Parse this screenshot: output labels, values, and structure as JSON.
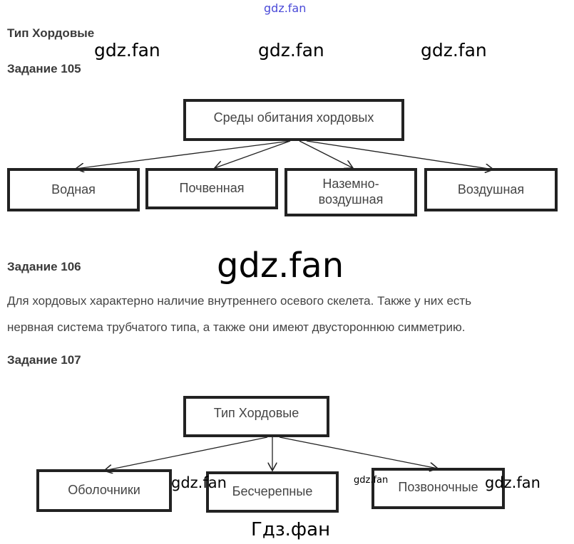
{
  "watermarks": {
    "top_small": "gdz.fan",
    "w1": "gdz.fan",
    "w2": "gdz.fan",
    "w3": "gdz.fan",
    "big": "gdz.fan",
    "b1": "gdz.fan",
    "b2": "gdz.fan",
    "b3": "gdz.fan",
    "bottom_ru": "Гдз.фан"
  },
  "title": "Тип Хордовые",
  "task105": {
    "heading": "Задание 105",
    "root": "Среды обитания хордовых",
    "children": [
      "Водная",
      "Почвенная",
      "Наземно-воздушная",
      "Воздушная"
    ]
  },
  "task106": {
    "heading": "Задание 106",
    "lines": [
      "Для хордовых характерно наличие внутреннего осевого скелета. Также у них есть",
      "нервная система трубчатого типа, а также они имеют двустороннюю симметрию."
    ]
  },
  "task107": {
    "heading": "Задание 107",
    "root": "Тип Хордовые",
    "children": [
      "Оболочники",
      "Бесчерепные",
      "Позвоночные"
    ]
  }
}
